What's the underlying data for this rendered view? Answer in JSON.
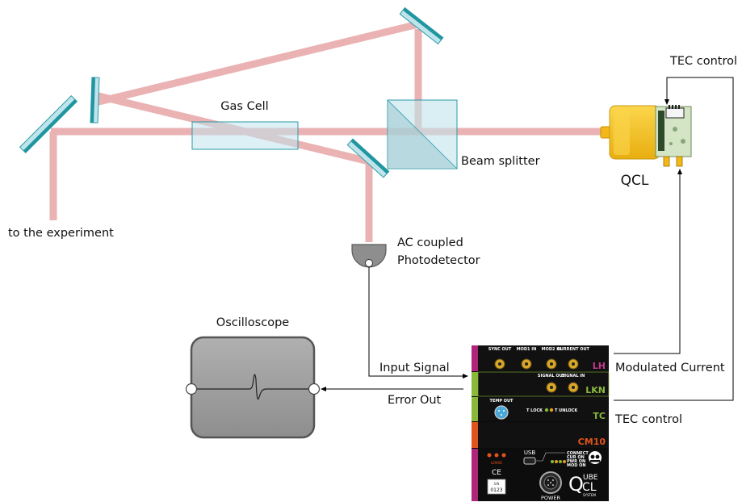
{
  "labels": {
    "gas_cell": "Gas Cell",
    "beam_splitter": "Beam splitter",
    "qcl": "QCL",
    "tec_control_top": "TEC control",
    "to_experiment": "to the experiment",
    "photodetector_line1": "AC coupled",
    "photodetector_line2": "Photodetector",
    "oscilloscope": "Oscilloscope",
    "input_signal": "Input Signal",
    "error_out": "Error Out",
    "modulated_current": "Modulated Current",
    "tec_control_bottom": "TEC control"
  },
  "controller": {
    "lh": {
      "tag": "LH",
      "connectors": [
        "SYNC OUT",
        "MOD1 IN",
        "MOD2 IN",
        "CURRENT OUT"
      ]
    },
    "lkn": {
      "tag": "LKN",
      "connectors": [
        "SIGNAL OUT",
        "SIGNAL IN"
      ]
    },
    "tc": {
      "tag": "TC",
      "temp_out": "TEMP OUT",
      "status": "T LOCK",
      "status2": "T UNLOCK"
    },
    "cm": {
      "tag": "CM10",
      "usb": "USB",
      "power": "POWER",
      "leds": [
        "CONNECT",
        "CUR ON",
        "PWR ON",
        "MOD ON"
      ],
      "sn_label": "S/N",
      "sn_value": "0123",
      "ce": "CE",
      "brand_small": "LENSE",
      "logo_top": "UBE",
      "logo_mid": "CL",
      "logo_q": "Q",
      "logo_bottom": "SYSTEM"
    }
  },
  "colors": {
    "beam": "#eab2b2",
    "optic_fill": "#bfe4ec",
    "optic_stroke": "#2b9aa6",
    "mirror": "#1f96a0",
    "qcl_body": "#f6c31c",
    "scope_fill": "#a0a0a0",
    "lh_accent": "#c43a8e",
    "lkn_accent": "#8ab83a",
    "tc_accent": "#8ab83a",
    "cm_accent": "#e0531c",
    "cm_bar": "#b0257c"
  }
}
